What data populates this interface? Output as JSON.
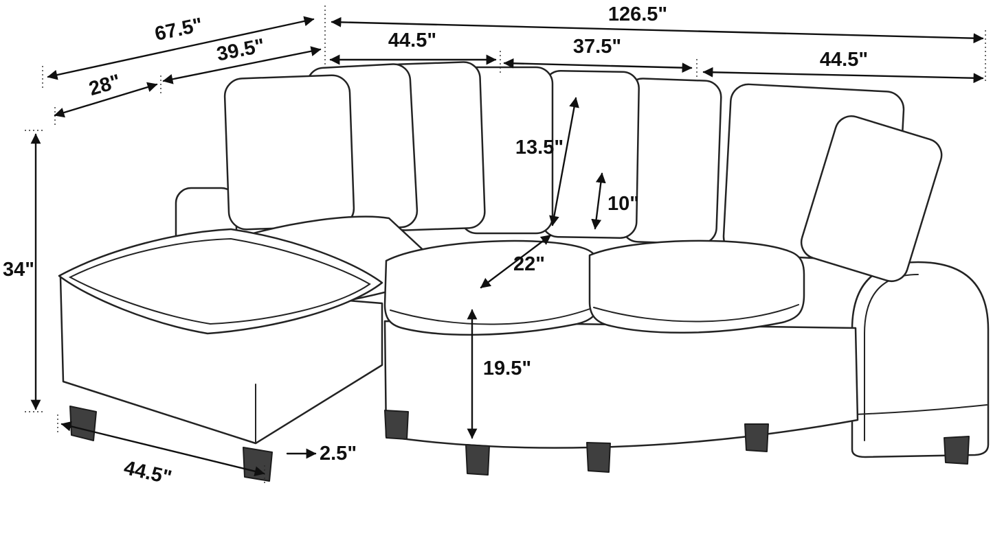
{
  "diagram": {
    "subject": "sectional-sofa-with-ottoman-dimension-drawing",
    "line_color": "#101010",
    "background": "#ffffff"
  },
  "dimensions": {
    "overall_width": "126.5\"",
    "chaise_outer_depth": "67.5\"",
    "chaise_inner_depth": "39.5\"",
    "left_seat_width": "44.5\"",
    "middle_seat_width": "37.5\"",
    "right_seat_width": "44.5\"",
    "back_depth": "28\"",
    "large_pillow_height": "13.5\"",
    "small_pillow_height": "10\"",
    "seat_depth": "22\"",
    "overall_height": "34\"",
    "seat_height": "19.5\"",
    "ottoman_width": "44.5\"",
    "leg_height": "2.5\""
  }
}
